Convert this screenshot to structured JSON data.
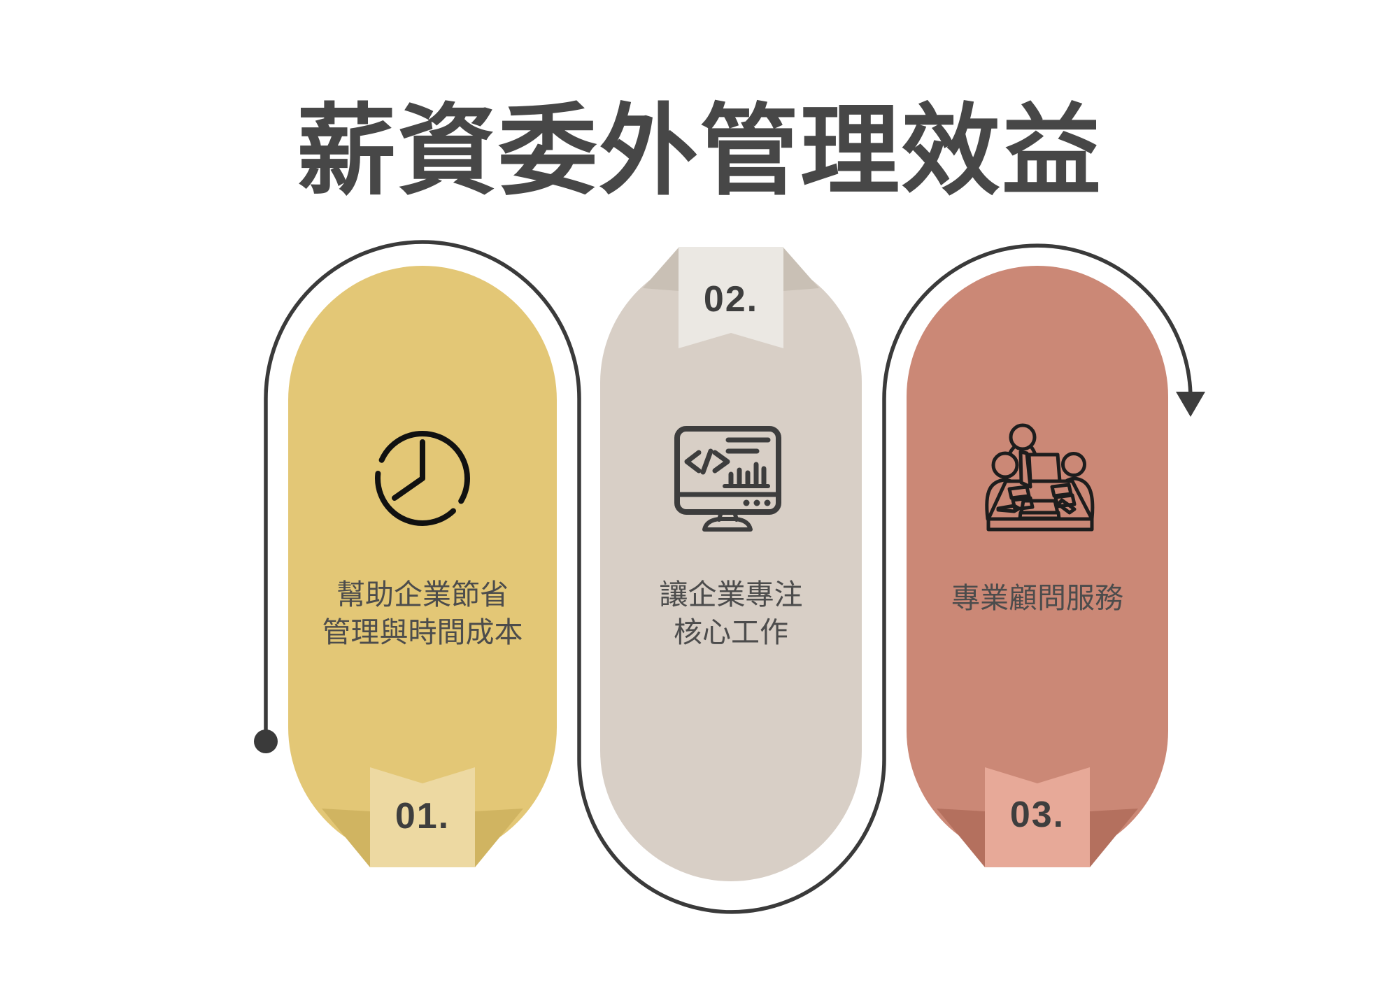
{
  "title": "薪資委外管理效益",
  "flow": {
    "start_marker": "dot",
    "end_marker": "arrow-down",
    "line_color": "#3a3a3a"
  },
  "steps": [
    {
      "number": "01.",
      "label": "幫助企業節省\n管理與時間成本",
      "icon": "clock-icon",
      "pill_color": "#e3c776",
      "ribbon_color": "#edd9a2",
      "fold_color": "#d0b461"
    },
    {
      "number": "02.",
      "label": "讓企業專注\n核心工作",
      "icon": "monitor-code-icon",
      "pill_color": "#d8cfc6",
      "ribbon_color": "#ebe8e3",
      "fold_color": "#c9c0b5"
    },
    {
      "number": "03.",
      "label": "專業顧問服務",
      "icon": "meeting-consulting-icon",
      "pill_color": "#cb8876",
      "ribbon_color": "#e7a998",
      "fold_color": "#b4705e"
    }
  ],
  "title_color": "#474747",
  "label_color": "#4c4c4c",
  "number_color": "#3e3e3e"
}
